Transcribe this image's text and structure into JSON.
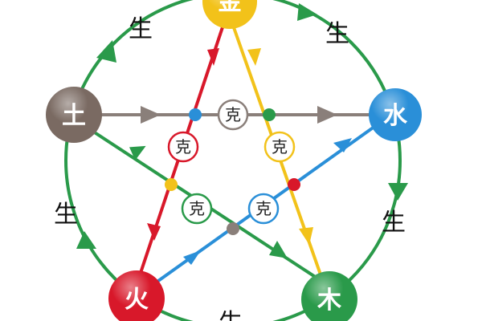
{
  "elements": {
    "metal": {
      "label": "金",
      "color": "#f2c21a"
    },
    "earth": {
      "label": "土",
      "color": "#7a6a62"
    },
    "water": {
      "label": "水",
      "color": "#2a8fd8"
    },
    "fire": {
      "label": "火",
      "color": "#d8182a"
    },
    "wood": {
      "label": "木",
      "color": "#2a9a4a"
    }
  },
  "generate_label": "生",
  "overcome_label": "克",
  "colors": {
    "generate_cycle": "#2a9a4a",
    "metal_to_wood": "#f2c21a",
    "wood_to_earth": "#2a9a4a",
    "earth_to_water": "#8a7f7a",
    "water_to_fire": "#2a8fd8",
    "fire_to_metal": "#d8182a"
  }
}
